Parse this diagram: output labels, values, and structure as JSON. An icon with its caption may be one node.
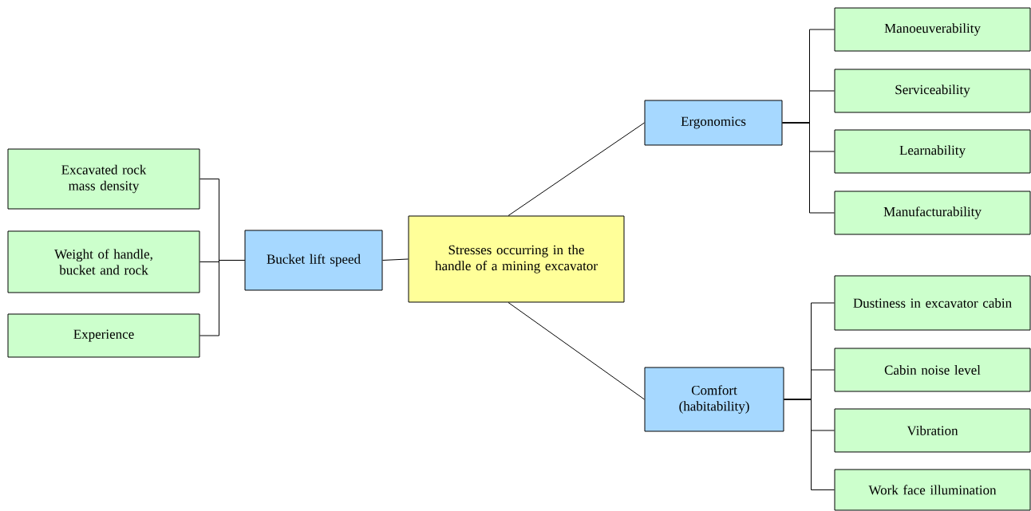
{
  "diagram": {
    "nodes": [
      {
        "text": [
          "Stresses occurring in the handle of a mining excavator"
        ]
      },
      {
        "text": [
          "Bucket lift speed"
        ]
      },
      {
        "text": [
          "Excavated rock mass density"
        ]
      },
      {
        "text": [
          "Weight of handle, bucket and rock"
        ]
      },
      {
        "text": [
          "Experience"
        ]
      },
      {
        "text": [
          "Ergonomics"
        ]
      },
      {
        "text": [
          "Manoeuverability"
        ]
      },
      {
        "text": [
          "Serviceability"
        ]
      },
      {
        "text": [
          "Learnability"
        ]
      },
      {
        "text": [
          "Manufacturability"
        ]
      },
      {
        "text": [
          "Comfort (habitability)"
        ]
      },
      {
        "text": [
          "Dustiness in excavator cabin"
        ]
      },
      {
        "text": [
          "Cabin noise level"
        ]
      },
      {
        "text": [
          "Vibration"
        ]
      },
      {
        "text": [
          "Work face illumination"
        ]
      }
    ],
    "edges": [
      {
        "from": 0,
        "to": 1,
        "arrow": "none"
      },
      {
        "from": 1,
        "to": 2,
        "arrow": "none"
      },
      {
        "from": 1,
        "to": 3,
        "arrow": "none"
      },
      {
        "from": 1,
        "to": 4,
        "arrow": "none"
      },
      {
        "from": 0,
        "to": 5,
        "arrow": "none"
      },
      {
        "from": 5,
        "to": 6,
        "arrow": "none"
      },
      {
        "from": 5,
        "to": 7,
        "arrow": "none"
      },
      {
        "from": 5,
        "to": 8,
        "arrow": "none"
      },
      {
        "from": 5,
        "to": 9,
        "arrow": "none"
      },
      {
        "from": 0,
        "to": 10,
        "arrow": "none"
      },
      {
        "from": 10,
        "to": 11,
        "arrow": "none"
      },
      {
        "from": 10,
        "to": 12,
        "arrow": "none"
      },
      {
        "from": 10,
        "to": 13,
        "arrow": "none"
      },
      {
        "from": 10,
        "to": 14,
        "arrow": "none"
      }
    ]
  }
}
